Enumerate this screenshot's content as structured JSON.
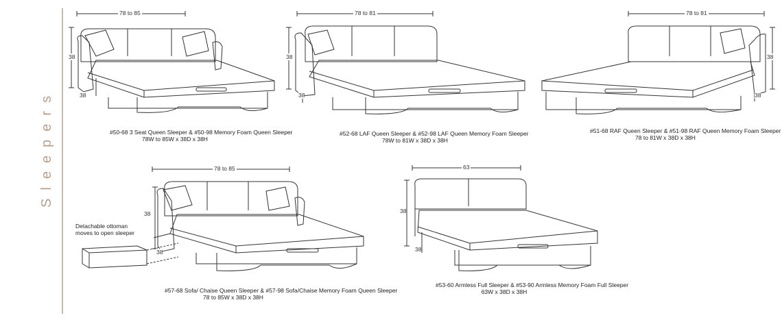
{
  "page_title": "Sleepers",
  "sleepers": [
    {
      "width_dim": "78 to 85",
      "height_dim": "38",
      "depth_dim": "38",
      "caption_line1": "#50-68 3 Seat Queen Sleeper & #50-98 Memory Foam Queen Sleeper",
      "caption_line2": "78W to 85W x 38D x 38H"
    },
    {
      "width_dim": "78 to 81",
      "height_dim": "38",
      "depth_dim": "38",
      "caption_line1": "#52-68 LAF Queen Sleeper & #52-98 LAF Queen Memory Foam Sleeper",
      "caption_line2": "78W to 81W x 38D x 38H"
    },
    {
      "width_dim": "78 to 81",
      "height_dim": "38",
      "depth_dim": "38",
      "caption_line1": "#51-68 RAF Queen Sleeper & #51-98 RAF Queen Memory Foam Sleeper",
      "caption_line2": "78 to 81W x 38D x 38H"
    },
    {
      "width_dim": "78 to 85",
      "height_dim": "38",
      "depth_dim": "38",
      "caption_line1": "#57-68 Sofa/ Chaise Queen Sleeper & #57-98 Sofa/Chaise Memory Foam Queen Sleeper",
      "caption_line2": "78 to 85W x 38D x 38H",
      "note_line1": "Detachable ottoman",
      "note_line2": "moves to open sleeper"
    },
    {
      "width_dim": "63",
      "height_dim": "38",
      "depth_dim": "38",
      "caption_line1": "#53-60 Armless Full Sleeper & #53-90 Armless Memory Foam Full Sleeper",
      "caption_line2": "63W  x 38D x 38H"
    }
  ]
}
